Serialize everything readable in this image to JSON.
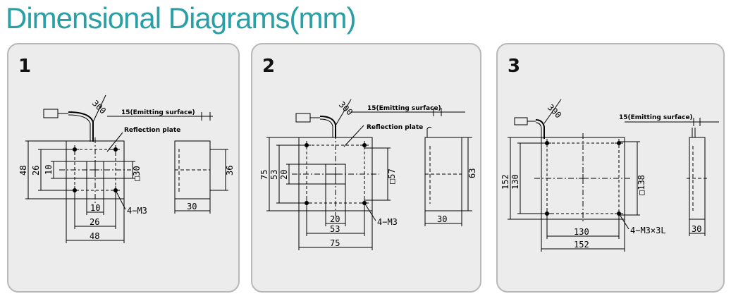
{
  "title": "Dimensional Diagrams(mm)",
  "panels": [
    {
      "number": "1",
      "cable": "300",
      "emitting": "15(Emitting surface)",
      "reflection": "Reflection plate",
      "d48": "48",
      "d26": "26",
      "d10": "10",
      "sq30": "□30",
      "h10": "10",
      "h26": "26",
      "h48": "48",
      "mount": "4−M3",
      "side36": "36",
      "side30": "30"
    },
    {
      "number": "2",
      "cable": "300",
      "emitting": "15(Emitting surface)",
      "reflection": "Reflection plate",
      "d75": "75",
      "d53": "53",
      "d20": "20",
      "sq57": "□57",
      "h20": "20",
      "h53": "53",
      "h75": "75",
      "mount": "4−M3",
      "side63": "63",
      "side30": "30"
    },
    {
      "number": "3",
      "cable": "300",
      "emitting": "15(Emitting surface)",
      "d152": "152",
      "d130": "130",
      "sq138": "□138",
      "h130": "130",
      "h152": "152",
      "mount": "4−M3×3L",
      "side30": "30"
    }
  ]
}
